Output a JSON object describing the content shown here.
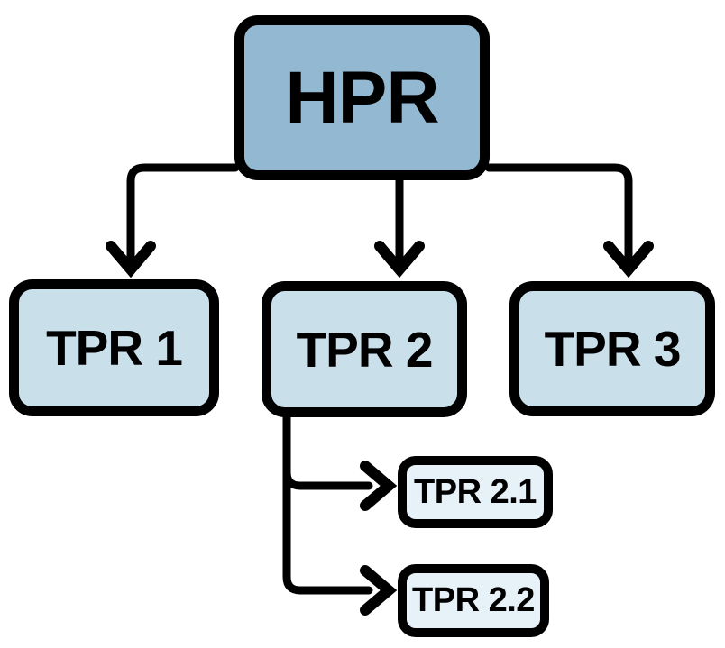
{
  "diagram": {
    "type": "hierarchy",
    "nodes": [
      {
        "id": "hpr",
        "label": "HPR",
        "level": 0,
        "fill": "#93b9d2"
      },
      {
        "id": "tpr-1",
        "label": "TPR 1",
        "level": 1,
        "fill": "#c9dfea"
      },
      {
        "id": "tpr-2",
        "label": "TPR 2",
        "level": 1,
        "fill": "#c9dfea"
      },
      {
        "id": "tpr-3",
        "label": "TPR 3",
        "level": 1,
        "fill": "#c9dfea"
      },
      {
        "id": "tpr-2-1",
        "label": "TPR 2.1",
        "level": 2,
        "fill": "#e7f1f8"
      },
      {
        "id": "tpr-2-2",
        "label": "TPR 2.2",
        "level": 2,
        "fill": "#e7f1f8"
      }
    ],
    "edges": [
      {
        "from": "hpr",
        "to": "tpr-1",
        "style": "elbow-down-arrow"
      },
      {
        "from": "hpr",
        "to": "tpr-2",
        "style": "straight-down-arrow"
      },
      {
        "from": "hpr",
        "to": "tpr-3",
        "style": "elbow-down-arrow"
      },
      {
        "from": "tpr-2",
        "to": "tpr-2-1",
        "style": "elbow-right-arrow"
      },
      {
        "from": "tpr-2",
        "to": "tpr-2-2",
        "style": "elbow-right-arrow"
      }
    ],
    "colors": {
      "line": "#000000",
      "text": "#000000",
      "background": "#ffffff"
    }
  }
}
